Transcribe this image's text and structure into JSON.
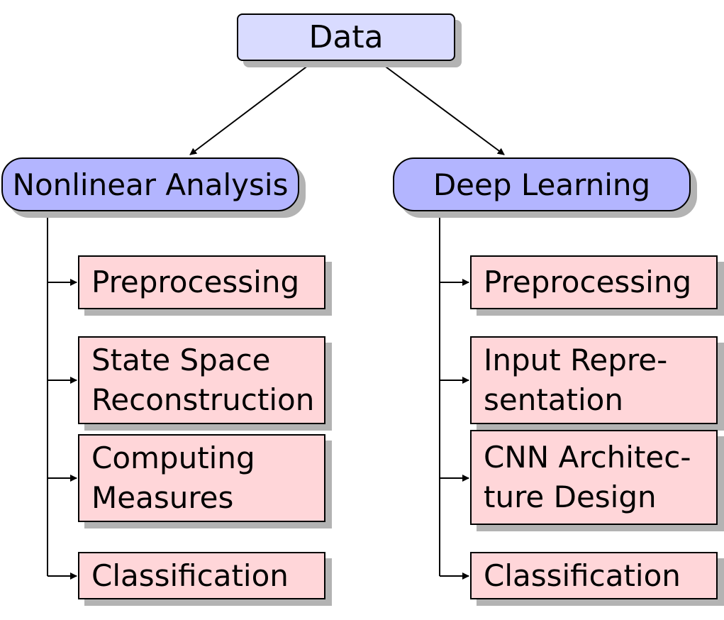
{
  "root": {
    "label": "Data"
  },
  "branches": [
    {
      "label": "Nonlinear Analysis",
      "steps": [
        "Preprocessing",
        "State Space\nReconstruction",
        "Computing\nMeasures",
        "Classification"
      ]
    },
    {
      "label": "Deep Learning",
      "steps": [
        "Preprocessing",
        "Input Repre-\nsentation",
        "CNN Architec-\nture Design",
        "Classification"
      ]
    }
  ],
  "colors": {
    "root_fill": "#d9dbff",
    "branch_fill": "#b3b5ff",
    "leaf_fill": "#ffd6d9",
    "shadow": "#b3b3b3",
    "line": "#000000"
  }
}
